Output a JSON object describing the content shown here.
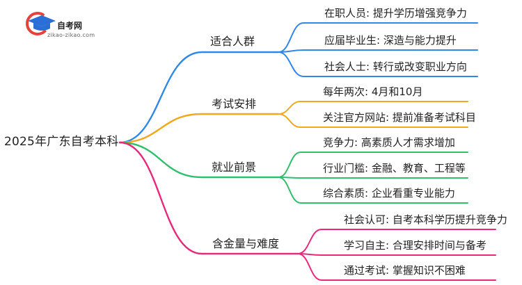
{
  "logo": {
    "title": "自考网",
    "url": "zikao-zikao.com",
    "colors": {
      "red": "#e8403a",
      "blue": "#2a6fd6"
    }
  },
  "root": {
    "label": "2025年广东自考本科"
  },
  "branches": [
    {
      "label": "适合人群",
      "color": "#2f87e8",
      "leaves": [
        "在职人员: 提升学历增强竞争力",
        "应届毕业生: 深造与能力提升",
        "社会人士: 转行或改变职业方向"
      ]
    },
    {
      "label": "考试安排",
      "color": "#f0a81c",
      "leaves": [
        "每年两次: 4月和10月",
        "关注官方网站: 提前准备考试科目"
      ]
    },
    {
      "label": "就业前景",
      "color": "#2fbf6c",
      "leaves": [
        "竞争力: 高素质人才需求增加",
        "行业门槛: 金融、教育、工程等",
        "综合素质: 企业看重专业能力"
      ]
    },
    {
      "label": "含金量与难度",
      "color": "#e8287a",
      "leaves": [
        "社会认可: 自考本科学历提升竞争力",
        "学习自主: 合理安排时间与备考",
        "通过考试: 掌握知识不困难"
      ]
    }
  ]
}
